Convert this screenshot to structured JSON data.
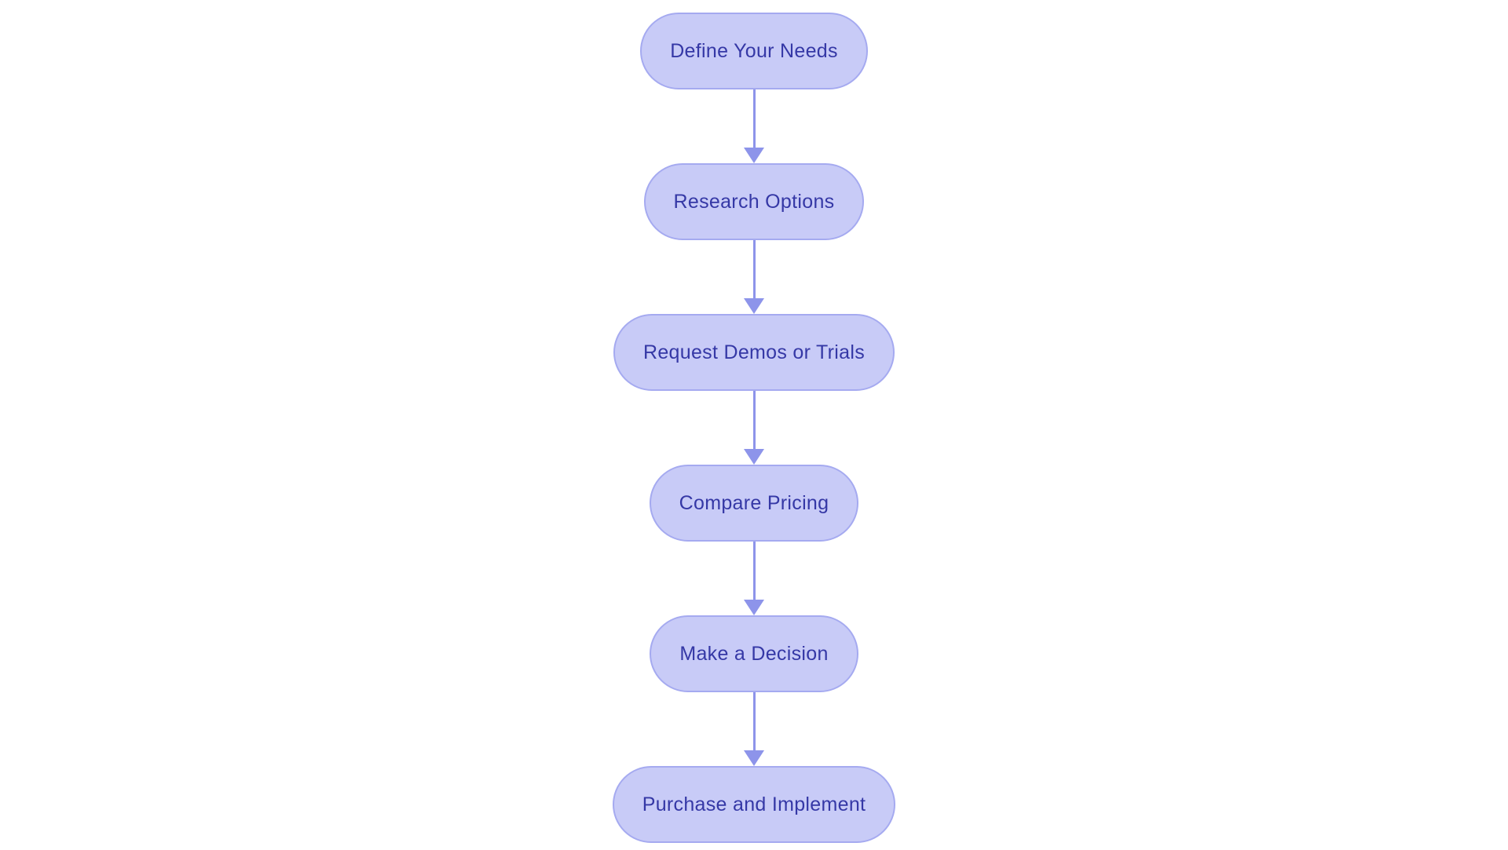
{
  "diagram": {
    "type": "flowchart",
    "direction": "top-down",
    "nodes": [
      {
        "id": "step-1",
        "label": "Define Your Needs"
      },
      {
        "id": "step-2",
        "label": "Research Options"
      },
      {
        "id": "step-3",
        "label": "Request Demos or Trials"
      },
      {
        "id": "step-4",
        "label": "Compare Pricing"
      },
      {
        "id": "step-5",
        "label": "Make a Decision"
      },
      {
        "id": "step-6",
        "label": "Purchase and Implement"
      }
    ],
    "edges": [
      {
        "from": "step-1",
        "to": "step-2"
      },
      {
        "from": "step-2",
        "to": "step-3"
      },
      {
        "from": "step-3",
        "to": "step-4"
      },
      {
        "from": "step-4",
        "to": "step-5"
      },
      {
        "from": "step-5",
        "to": "step-6"
      }
    ],
    "colors": {
      "background": "#ffffff",
      "node_fill": "#c8cbf7",
      "node_border": "#a5aaf0",
      "node_text": "#3538a6",
      "arrow": "#8d94ea"
    }
  }
}
